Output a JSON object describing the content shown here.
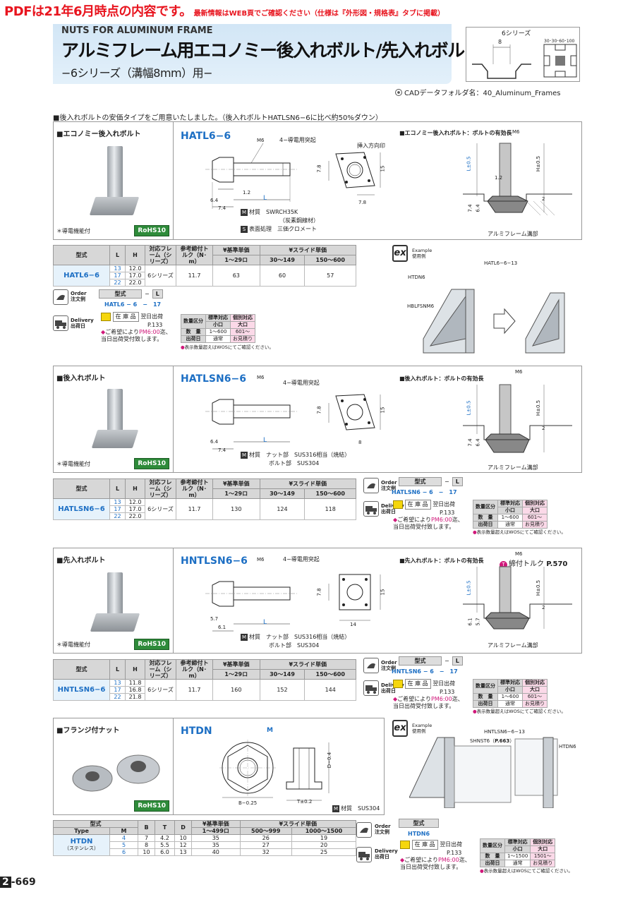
{
  "top_note": {
    "big": "PDFは21年6月時点の内容です。",
    "small": "最新情報はWEB頁でご確認ください（仕様は『外形図・規格表』タブに掲載）"
  },
  "header": {
    "subtitle": "NUTS FOR ALUMINUM FRAME",
    "title": "アルミフレーム用エコノミー後入れボルト/先入れボルト",
    "series": "−6シリーズ（溝幅8mm）用−"
  },
  "cross_section": {
    "label": "6シリーズ",
    "width": "8",
    "sizes": "30･30･60･100"
  },
  "cad": "CADデータフォルダ名：40_Aluminum_Frames",
  "intro": "■後入れボルトの安価タイプをご用意いたしました。（後入れボルトHATLSN6−6に比べ約50%ダウン）",
  "rohs": "RoHS10",
  "conductive_note": "＊導電機能付",
  "frame_groove": "アルミフレーム溝部",
  "common": {
    "material_label": "材質",
    "surface_label": "表面処理",
    "dim_M6": "M6",
    "dim_L": "L",
    "dim_Lt": "L±0.5",
    "dim_Ht": "H±0.5",
    "dim_2": "2",
    "dim_15": "15",
    "dim_78": "7.8",
    "dim_8": "8"
  },
  "sec1": {
    "title": "■エコノミー後入れボルト",
    "model": "HATL6−6",
    "callout1": "4−導電用突起",
    "callout2": "挿入方向印",
    "dim_64": "6.4",
    "dim_74": "7.4",
    "dim_12": "1.2",
    "dim_12b": "1.2",
    "material": "SWRCH35K",
    "material2": "（炭素鋼線材）",
    "surface": "三価クロメート",
    "detail_title": "■エコノミー後入れボルト：ボルトの有効長",
    "table": {
      "headers": [
        "型式",
        "L",
        "H",
        "対応フレーム（シリーズ）",
        "参考締付トルク（N･m）",
        "¥基準単価",
        "¥スライド単価"
      ],
      "subheaders": [
        "1〜29ロ",
        "30〜149",
        "150〜600"
      ],
      "model": "HATL6−6",
      "L": [
        "13",
        "17",
        "22"
      ],
      "H": [
        "12.0",
        "17.0",
        "22.0"
      ],
      "frame": "6シリーズ",
      "torque": "11.7",
      "price": [
        "63",
        "60",
        "57"
      ]
    },
    "order": {
      "title": "Order",
      "sub": "注文例",
      "h1": "型式",
      "h2": "L",
      "v1": "HATL6 − 6",
      "v2": "17"
    },
    "delivery": {
      "title": "Delivery",
      "sub": "出荷日",
      "stock": "在 庫 品",
      "next": "翌日出荷",
      "page": "P.133",
      "line1a": "ご希望により",
      "line1b": "PM6:00",
      "line1c": "迄、",
      "line2": "当日出荷受付致します。"
    },
    "qty": {
      "h1": "数量区分",
      "h2": "標準対応",
      "h3": "個別対応",
      "s2": "小口",
      "s3": "大口",
      "r1": "数　量",
      "r1a": "1〜600",
      "r1b": "601〜",
      "r2": "出荷日",
      "r2a": "通常",
      "r2b": "お見積り",
      "note": "表示数量超えはWOSにてご確認ください。"
    },
    "example": {
      "title": "Example",
      "sub": "使用例",
      "l1": "HATL6−6−13",
      "l2": "HTDN6",
      "l3": "HBLFSNM6"
    }
  },
  "sec2": {
    "title": "■後入れボルト",
    "model": "HATLSN6−6",
    "callout1": "4−導電用突起",
    "dim_64": "6.4",
    "dim_74": "7.4",
    "material": "ナット部　SUS316相当（焼結）",
    "material2": "ボルト部　SUS304",
    "detail_title": "■後入れボルト：ボルトの有効長",
    "table": {
      "model": "HATLSN6−6",
      "L": [
        "13",
        "17",
        "22"
      ],
      "H": [
        "12.0",
        "17.0",
        "22.0"
      ],
      "frame": "6シリーズ",
      "torque": "11.7",
      "price": [
        "130",
        "124",
        "118"
      ]
    },
    "order": {
      "v1": "HATLSN6 − 6",
      "v2": "17"
    }
  },
  "torque_ref": {
    "label": "締付トルク",
    "page": "P.570"
  },
  "sec3": {
    "title": "■先入れボルト",
    "model": "HNTLSN6−6",
    "callout1": "4−導電用突起",
    "dim_57": "5.7",
    "dim_61": "6.1",
    "dim_14": "14",
    "material": "ナット部　SUS316相当（焼結）",
    "material2": "ボルト部　SUS304",
    "detail_title": "■先入れボルト：ボルトの有効長",
    "table": {
      "model": "HNTLSN6−6",
      "L": [
        "13",
        "17",
        "22"
      ],
      "H": [
        "11.8",
        "16.8",
        "21.8"
      ],
      "frame": "6シリーズ",
      "torque": "11.7",
      "price": [
        "160",
        "152",
        "144"
      ]
    },
    "order": {
      "v1": "HNTLSN6 − 6",
      "v2": "17"
    }
  },
  "sec4": {
    "title": "■フランジ付ナット",
    "model": "HTDN",
    "dim_M": "M",
    "dim_B": "B−0.25",
    "dim_D": "D−0.4",
    "dim_T": "T±0.2",
    "material": "SUS304",
    "table": {
      "h_model": "型式",
      "h_type": "Type",
      "h_M": "M",
      "h_B": "B",
      "h_T": "T",
      "h_D": "D",
      "h_p1": "¥基準単価",
      "h_p2": "¥スライド単価",
      "sub1": "1〜499ロ",
      "sub2": "500〜999",
      "sub3": "1000〜1500",
      "model": "HTDN",
      "model_sub": "（ステンレス）",
      "rows": [
        {
          "M": "4",
          "B": "7",
          "T": "4.2",
          "D": "10",
          "p1": "35",
          "p2": "26",
          "p3": "19"
        },
        {
          "M": "5",
          "B": "8",
          "T": "5.5",
          "D": "12",
          "p1": "35",
          "p2": "27",
          "p3": "20"
        },
        {
          "M": "6",
          "B": "10",
          "T": "6.0",
          "T2": "",
          "D": "13",
          "p1": "40",
          "p2": "32",
          "p3": "25"
        }
      ]
    },
    "order": {
      "h1": "型式",
      "v1": "HTDN6"
    },
    "qty": {
      "r1a": "1〜1500",
      "r1b": "1501〜"
    },
    "example": {
      "l1": "HNTLSN6−6−13",
      "l2": "SHNST6",
      "l2p": "P.663",
      "l3": "HTDN6"
    }
  },
  "page": {
    "chapter": "2",
    "num": "-669"
  }
}
